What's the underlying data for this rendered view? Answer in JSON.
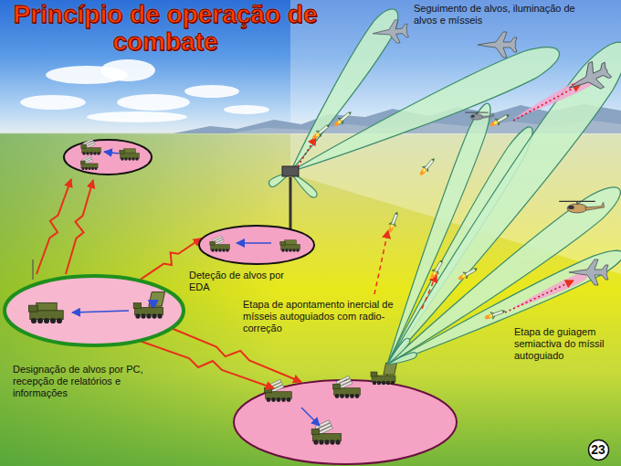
{
  "diagram": {
    "title": "Princípio de operação de combate",
    "nodes": [
      {
        "text": [
          "Deteção de alvos por EDA"
        ]
      },
      {
        "text": [
          "Designação de alvos por PC, recepção de relatórios e informações"
        ]
      },
      {
        "text": [
          "23"
        ]
      }
    ],
    "edges": [
      {
        "from": 1,
        "to": 0,
        "arrow": "to"
      }
    ],
    "labels": [
      "Seguimento de alvos, iluminação de alvos e mísseis",
      "Etapa de apontamento inercial de mísseis autoguiados com radio-correção",
      "Etapa de guiagem semiactiva do míssil autoguiado"
    ]
  }
}
